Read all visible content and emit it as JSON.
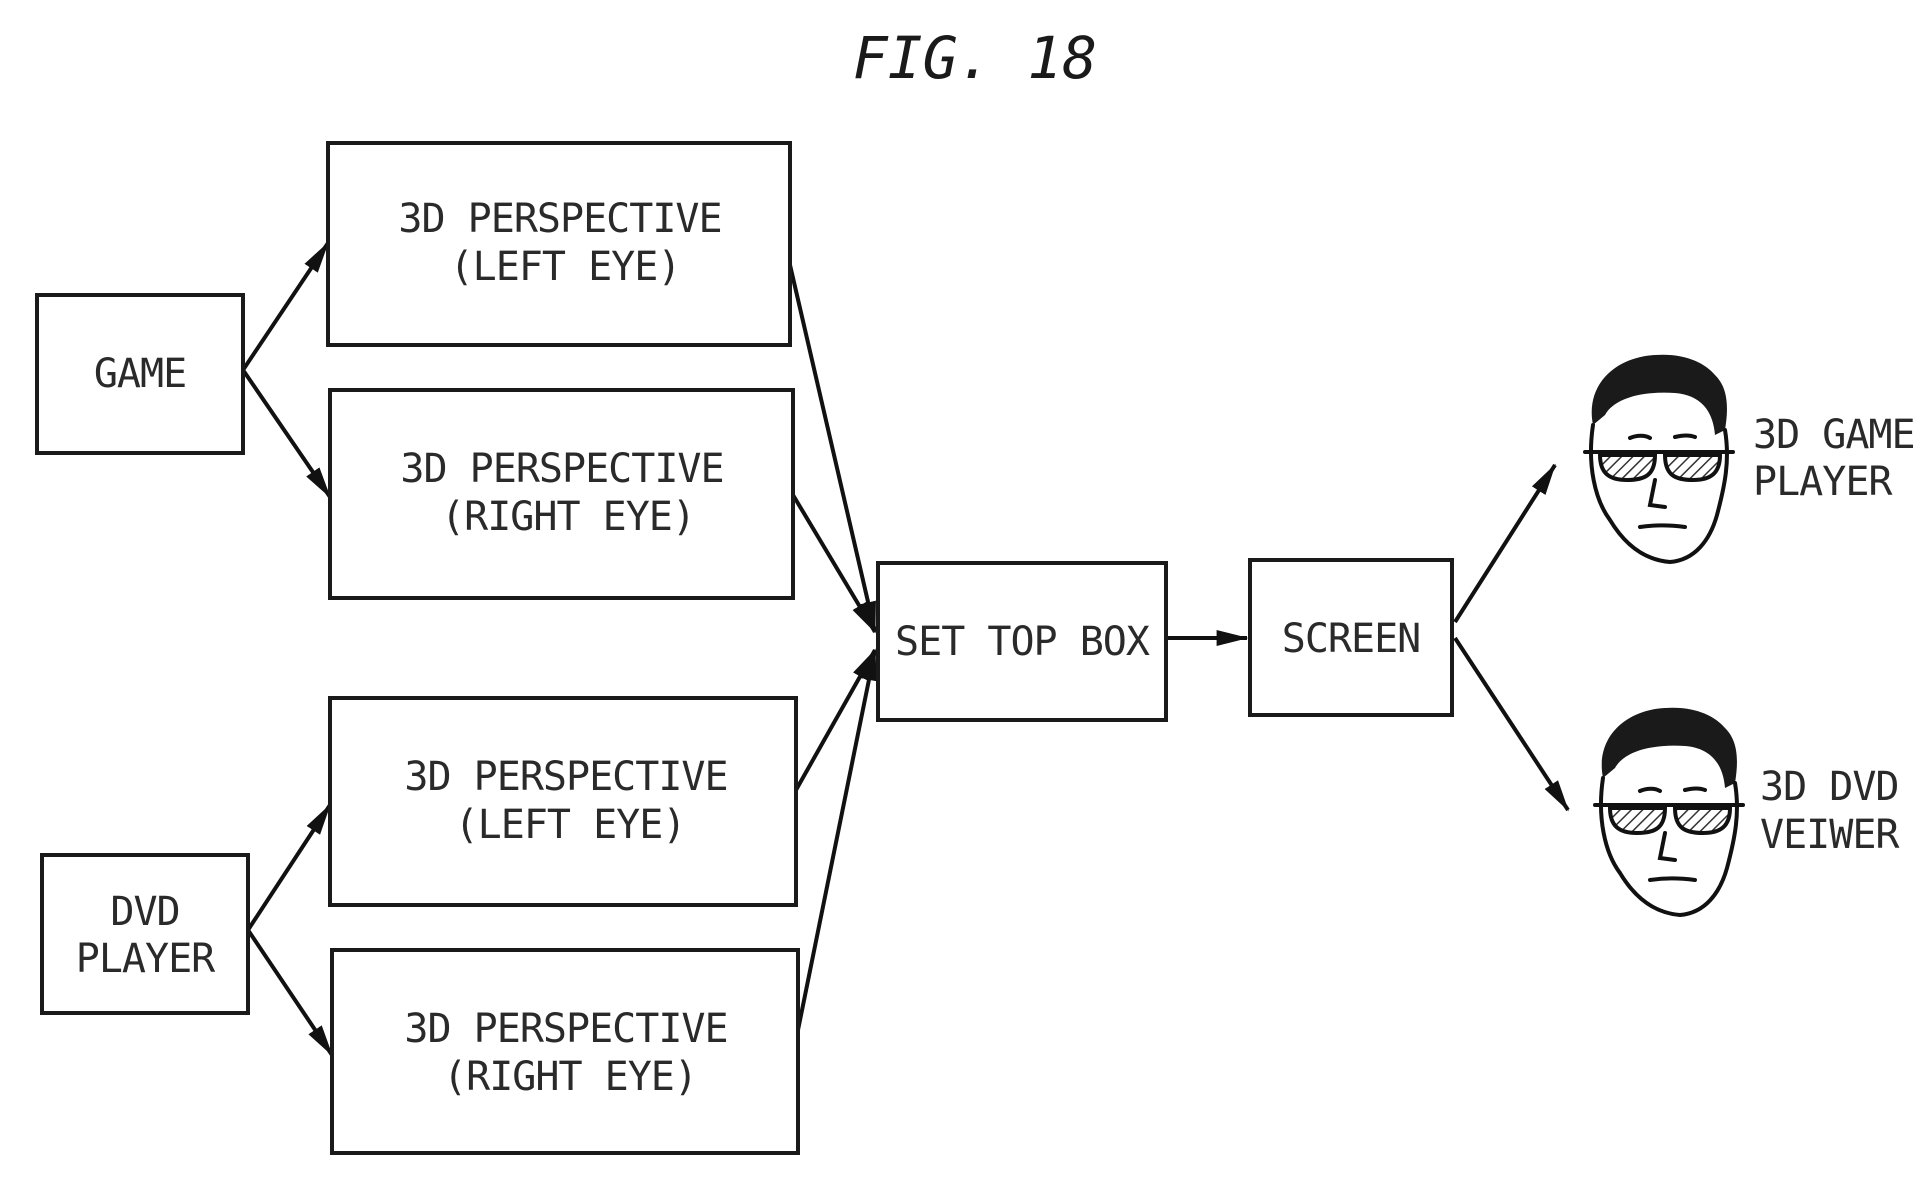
{
  "figure": {
    "title": "FIG. 18"
  },
  "nodes": {
    "game": {
      "lines": [
        "GAME"
      ]
    },
    "dvd_player": {
      "lines": [
        "DVD",
        "PLAYER"
      ]
    },
    "game_left": {
      "lines": [
        "3D PERSPECTIVE",
        "(LEFT EYE)"
      ]
    },
    "game_right": {
      "lines": [
        "3D PERSPECTIVE",
        "(RIGHT EYE)"
      ]
    },
    "dvd_left": {
      "lines": [
        "3D PERSPECTIVE",
        "(LEFT EYE)"
      ]
    },
    "dvd_right": {
      "lines": [
        "3D PERSPECTIVE",
        "(RIGHT EYE)"
      ]
    },
    "set_top_box": {
      "lines": [
        "SET TOP BOX"
      ]
    },
    "screen": {
      "lines": [
        "SCREEN"
      ]
    }
  },
  "viewers": [
    {
      "lines": [
        "3D GAME",
        "PLAYER"
      ],
      "icon": "face-with-3d-glasses-icon"
    },
    {
      "lines": [
        "3D DVD",
        "VEIWER"
      ],
      "icon": "face-with-3d-glasses-icon"
    }
  ],
  "edges": [
    {
      "from": "game",
      "to": "game_left"
    },
    {
      "from": "game",
      "to": "game_right"
    },
    {
      "from": "dvd_player",
      "to": "dvd_left"
    },
    {
      "from": "dvd_player",
      "to": "dvd_right"
    },
    {
      "from": "game_left",
      "to": "set_top_box"
    },
    {
      "from": "game_right",
      "to": "set_top_box"
    },
    {
      "from": "dvd_left",
      "to": "set_top_box"
    },
    {
      "from": "dvd_right",
      "to": "set_top_box"
    },
    {
      "from": "set_top_box",
      "to": "screen"
    },
    {
      "from": "screen",
      "to": "viewer_0"
    },
    {
      "from": "screen",
      "to": "viewer_1"
    }
  ]
}
